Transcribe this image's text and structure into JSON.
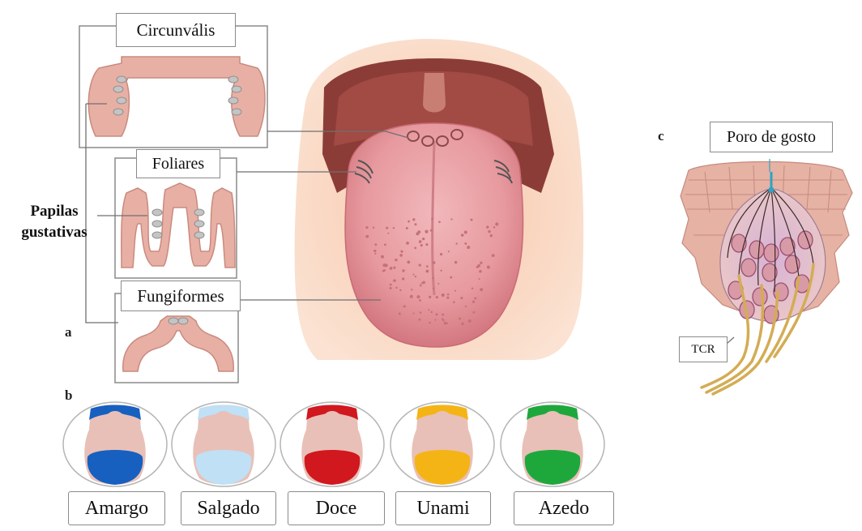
{
  "panel_a": {
    "letter": "a",
    "labels": {
      "circunvalis": "Circunvális",
      "foliares": "Foliares",
      "fungiformes": "Fungiformes",
      "papilas_line1": "Papilas",
      "papilas_line2": "gustativas"
    }
  },
  "panel_b": {
    "letter": "b",
    "tastes": [
      {
        "label": "Amargo",
        "color": "#1760c0"
      },
      {
        "label": "Salgado",
        "color": "#bfe0f5"
      },
      {
        "label": "Doce",
        "color": "#d0181e"
      },
      {
        "label": "Unami",
        "color": "#f5b416"
      },
      {
        "label": "Azedo",
        "color": "#1ea83c"
      }
    ]
  },
  "panel_c": {
    "letter": "c",
    "labels": {
      "poro": "Poro de gosto",
      "tcr": "TCR"
    }
  },
  "colors": {
    "tissue": "#e8b0a4",
    "tissue_dark": "#c98a7e",
    "tongue": "#e79a9f",
    "mouth_dark": "#7a3a35",
    "bud_grey": "#b8b8b8",
    "nerve": "#d9b35a"
  }
}
